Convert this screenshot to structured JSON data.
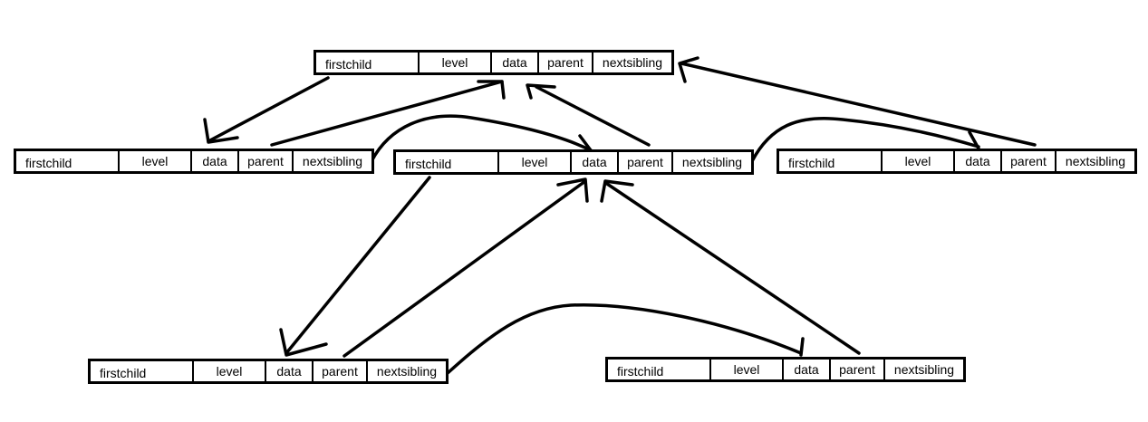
{
  "nodes": {
    "root": {
      "firstchild": "firstchild",
      "level": "level",
      "data": "data",
      "parent": "parent",
      "nextsibling": "nextsibling"
    },
    "mid_1": {
      "firstchild": "firstchild",
      "level": "level",
      "data": "data",
      "parent": "parent",
      "nextsibling": "nextsibling"
    },
    "mid_2": {
      "firstchild": "firstchild",
      "level": "level",
      "data": "data",
      "parent": "parent",
      "nextsibling": "nextsibling"
    },
    "mid_3": {
      "firstchild": "firstchild",
      "level": "level",
      "data": "data",
      "parent": "parent",
      "nextsibling": "nextsibling"
    },
    "leaf_1": {
      "firstchild": "firstchild",
      "level": "level",
      "data": "data",
      "parent": "parent",
      "nextsibling": "nextsibling"
    },
    "leaf_2": {
      "firstchild": "firstchild",
      "level": "level",
      "data": "data",
      "parent": "parent",
      "nextsibling": "nextsibling"
    }
  }
}
